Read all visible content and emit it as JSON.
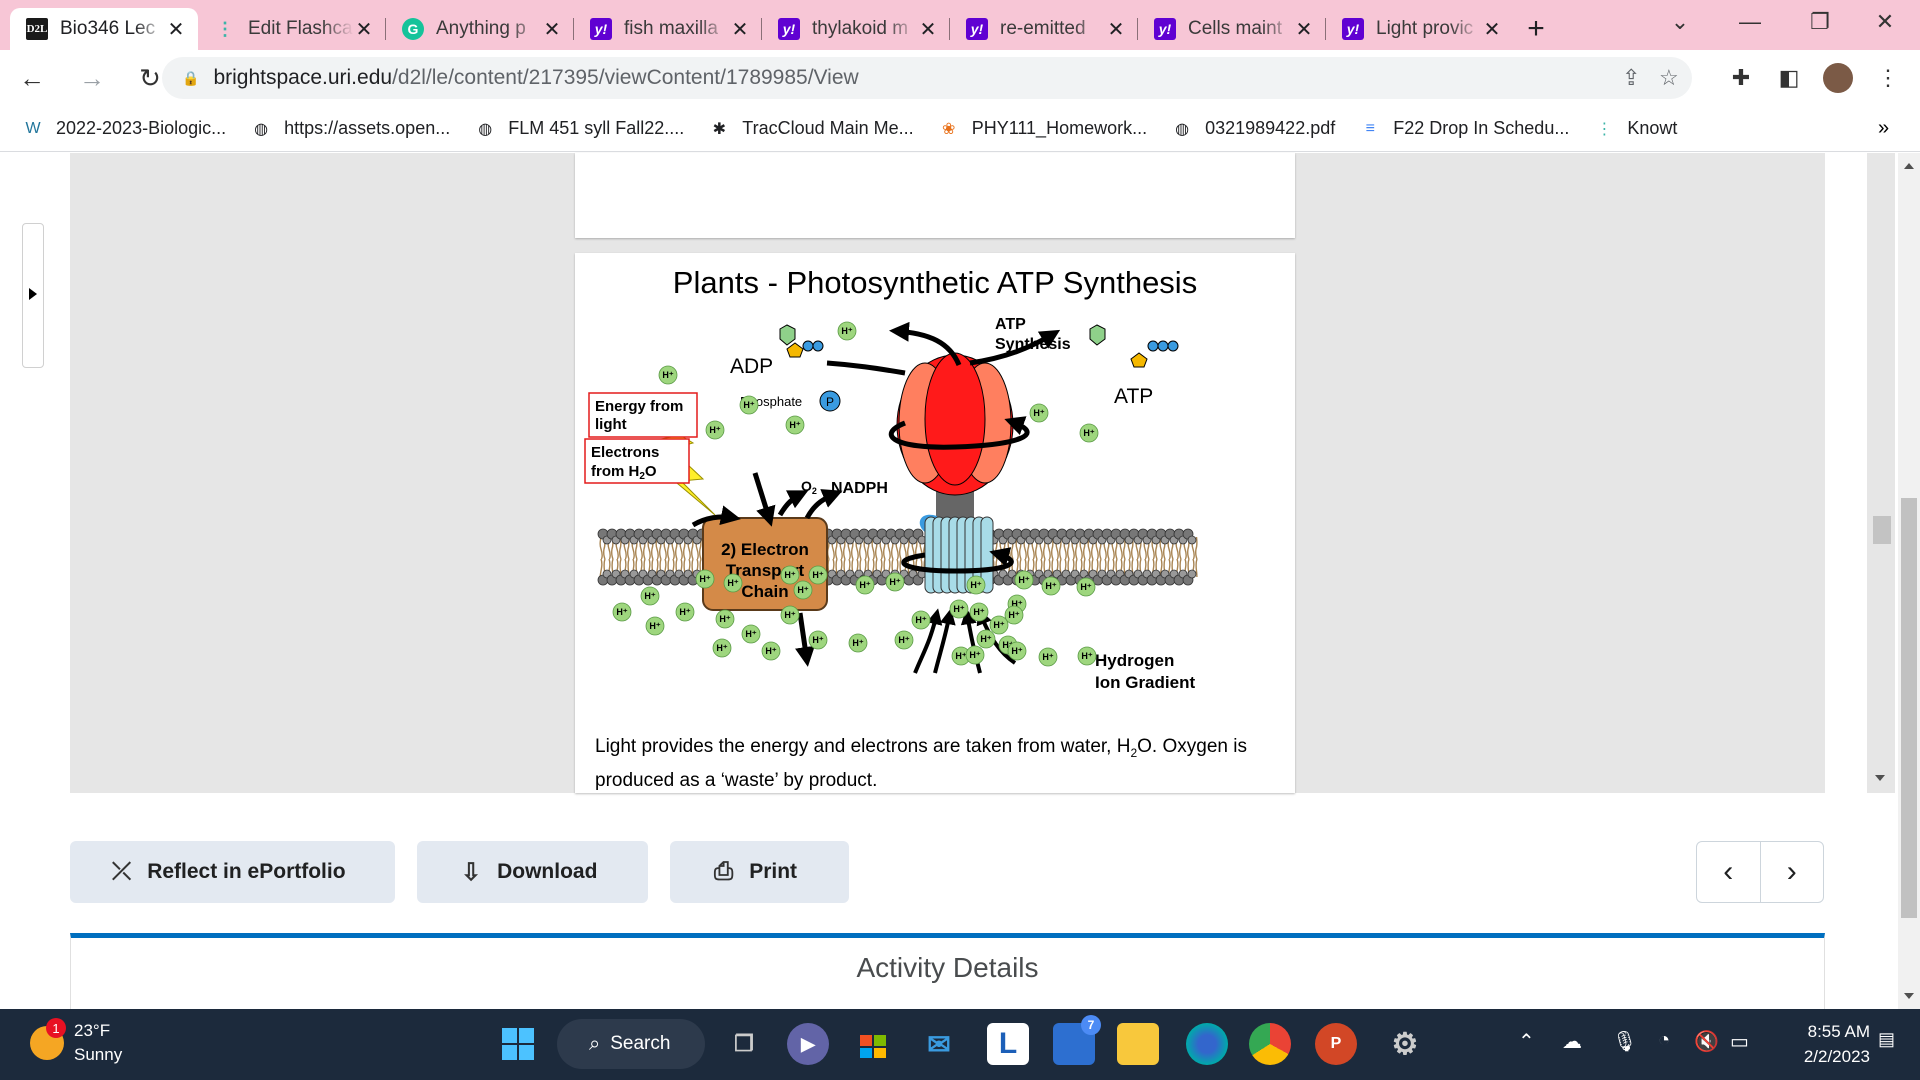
{
  "tabs": [
    {
      "title": "Bio346 Lec",
      "favicon": "d2l-icon",
      "active": true
    },
    {
      "title": "Edit Flashca",
      "favicon": "knowt-icon",
      "active": false
    },
    {
      "title": "Anything p",
      "favicon": "grammarly-icon",
      "active": false
    },
    {
      "title": "fish maxilla",
      "favicon": "yahoo-icon",
      "active": false
    },
    {
      "title": "thylakoid m",
      "favicon": "yahoo-icon",
      "active": false
    },
    {
      "title": "re-emitted",
      "favicon": "yahoo-icon",
      "active": false
    },
    {
      "title": "Cells maint",
      "favicon": "yahoo-icon",
      "active": false
    },
    {
      "title": "Light provic",
      "favicon": "yahoo-icon",
      "active": false
    }
  ],
  "favicon_labels": {
    "d2l": "D2L",
    "yahoo": "y!",
    "grammarly": "G",
    "knowt": "⋮"
  },
  "address_bar": {
    "host": "brightspace.uri.edu",
    "path": "/d2l/le/content/217395/viewContent/1789985/View"
  },
  "bookmarks": [
    {
      "label": "2022-2023-Biologic...",
      "icon": "wordpress-icon"
    },
    {
      "label": "https://assets.open...",
      "icon": "globe-icon"
    },
    {
      "label": "FLM 451 syll Fall22....",
      "icon": "globe-icon"
    },
    {
      "label": "TracCloud Main Me...",
      "icon": "traccloud-icon"
    },
    {
      "label": "PHY111_Homework...",
      "icon": "webassign-icon"
    },
    {
      "label": "0321989422.pdf",
      "icon": "globe-icon"
    },
    {
      "label": "F22 Drop In Schedu...",
      "icon": "docs-icon"
    },
    {
      "label": "Knowt",
      "icon": "knowt-icon"
    }
  ],
  "slide": {
    "title": "Plants - Photosynthetic ATP Synthesis",
    "labels": {
      "adp": "ADP",
      "phosphate": "Phosphate",
      "atp": "ATP",
      "atp_synthesis_1": "ATP",
      "atp_synthesis_2": "Synthesis",
      "energy_1": "Energy from",
      "energy_2": "light",
      "electrons_1": "Electrons",
      "electrons_2": "from H",
      "electrons_sub": "2",
      "electrons_3": "O",
      "o2": "O",
      "o2_sub": "2",
      "nadph": "NADPH",
      "etc_1": "2) Electron",
      "etc_2": "Transport",
      "etc_3": "Chain",
      "gradient_1": "Hydrogen",
      "gradient_2": "Ion Gradient",
      "proton": "H⁺",
      "phosphate_symbol": "P"
    },
    "caption_part1": "Light provides the energy and electrons are taken from water, H",
    "caption_sub": "2",
    "caption_part2": "O.  Oxygen is produced as a ‘waste’ by product."
  },
  "actions": {
    "reflect": "Reflect in ePortfolio",
    "download": "Download",
    "print": "Print"
  },
  "activity_details": "Activity Details",
  "taskbar": {
    "temperature": "23°F",
    "condition": "Sunny",
    "weather_badge": "1",
    "search": "Search",
    "teams_badge": "7",
    "time": "8:55 AM",
    "date": "2/2/2023"
  },
  "colors": {
    "tabstrip": "#f7c6d6",
    "atp_synthase_red": "#ff1a1a",
    "etc_brown": "#d48a48",
    "proton_green": "#9ed67e",
    "activity_bar": "#006fbf"
  }
}
